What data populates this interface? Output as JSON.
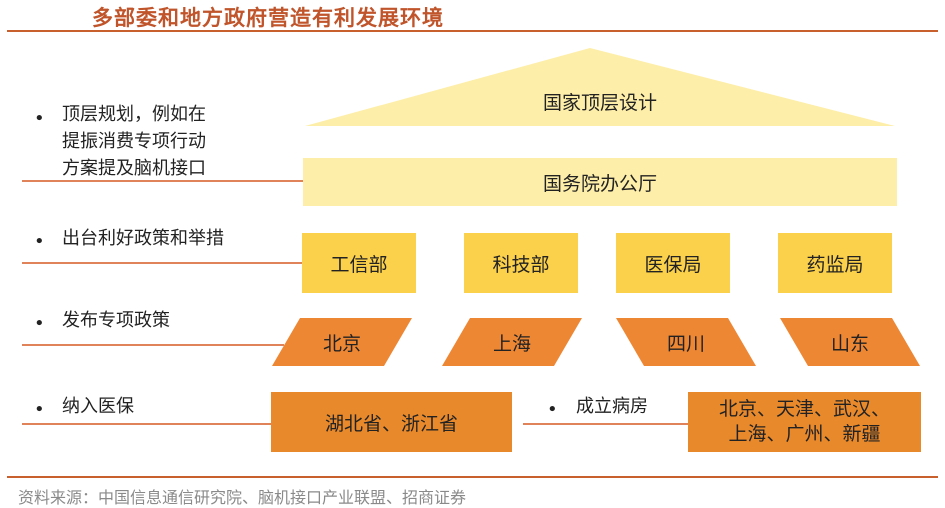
{
  "title": "多部委和地方政府营造有利发展环境",
  "left_items": [
    {
      "lines": [
        "顶层规划，例如在",
        "提振消费专项行动",
        "方案提及脑机接口"
      ]
    },
    {
      "lines": [
        "出台利好政策和举措"
      ]
    },
    {
      "lines": [
        "发布专项政策"
      ]
    },
    {
      "lines": [
        "纳入医保"
      ]
    }
  ],
  "bullet_symbol": "•",
  "roof_label": "国家顶层设计",
  "state_council": "国务院办公厅",
  "ministries": [
    "工信部",
    "科技部",
    "医保局",
    "药监局"
  ],
  "regions": [
    "北京",
    "上海",
    "四川",
    "山东"
  ],
  "insurance_box": "湖北省、浙江省",
  "ward_label": "成立病房",
  "ward_box": [
    "北京、天津、武汉、",
    "上海、广州、新疆"
  ],
  "source": "资料来源：中国信息通信研究院、脑机接口产业联盟、招商证券",
  "colors": {
    "roof": "#fdeea9",
    "ministry": "#fbd04a",
    "region": "#ee8733",
    "insurance": "#e8892c",
    "accent": "#c0542a"
  }
}
